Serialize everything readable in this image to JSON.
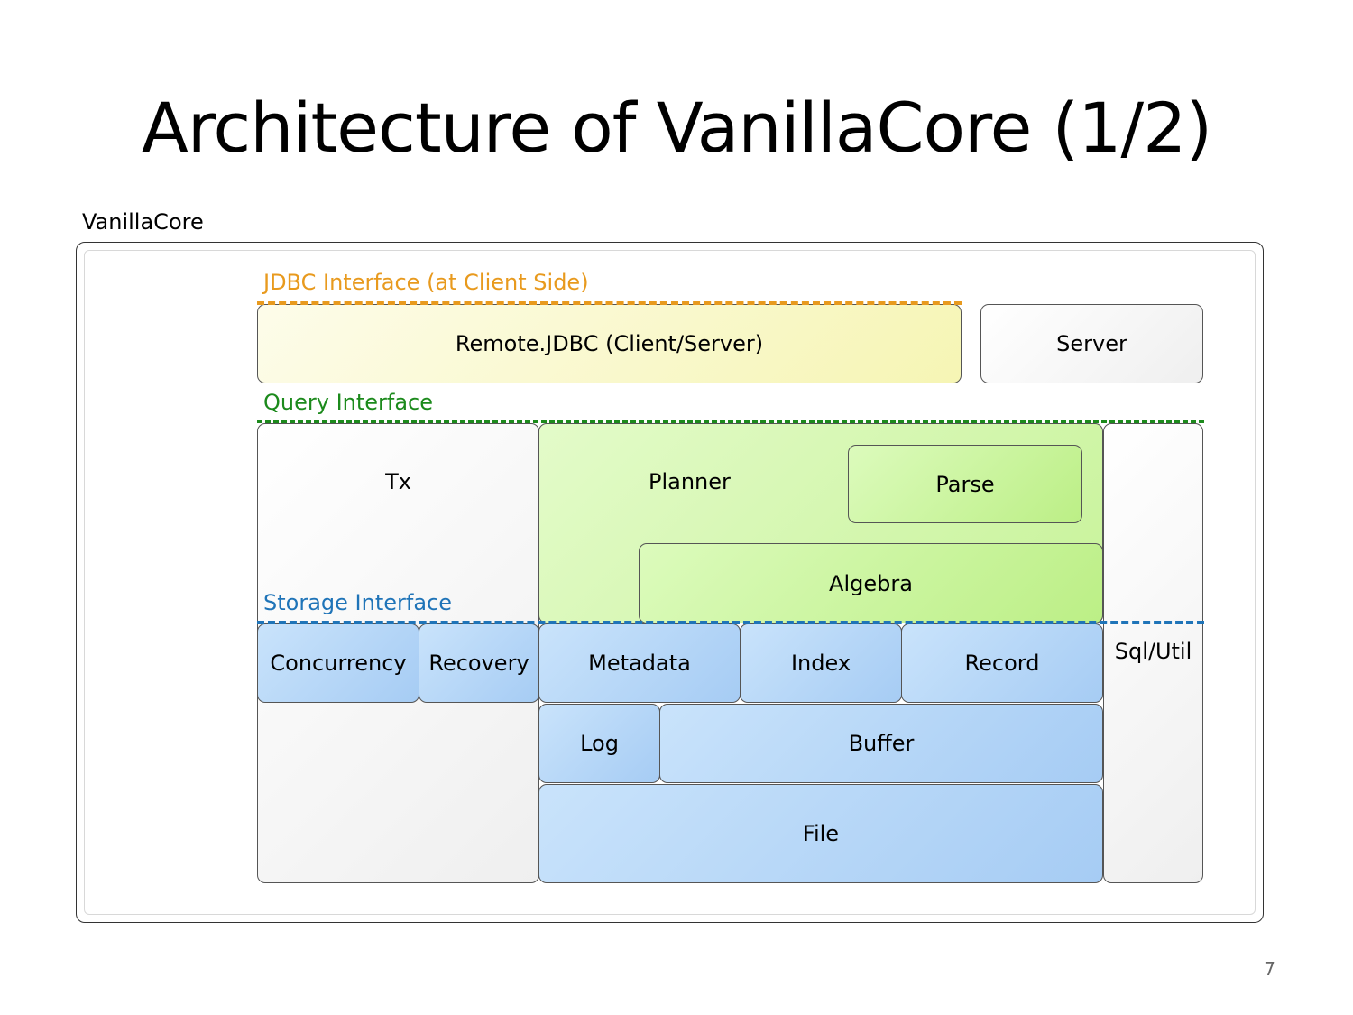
{
  "title": "Architecture of VanillaCore (1/2)",
  "container_label": "VanillaCore",
  "colors": {
    "jdbc_interface": "#e89a1e",
    "query_interface": "#1c8a1c",
    "storage_interface": "#1f74b8"
  },
  "interfaces": {
    "jdbc": "JDBC Interface (at Client Side)",
    "query": "Query Interface",
    "storage": "Storage Interface"
  },
  "modules": {
    "remote_jdbc": "Remote.JDBC (Client/Server)",
    "server": "Server",
    "tx": "Tx",
    "planner": "Planner",
    "parse": "Parse",
    "algebra": "Algebra",
    "sql_util": "Sql/Util",
    "concurrency": "Concurrency",
    "recovery": "Recovery",
    "metadata": "Metadata",
    "index": "Index",
    "record": "Record",
    "log": "Log",
    "buffer": "Buffer",
    "file": "File"
  },
  "page_number": "7"
}
